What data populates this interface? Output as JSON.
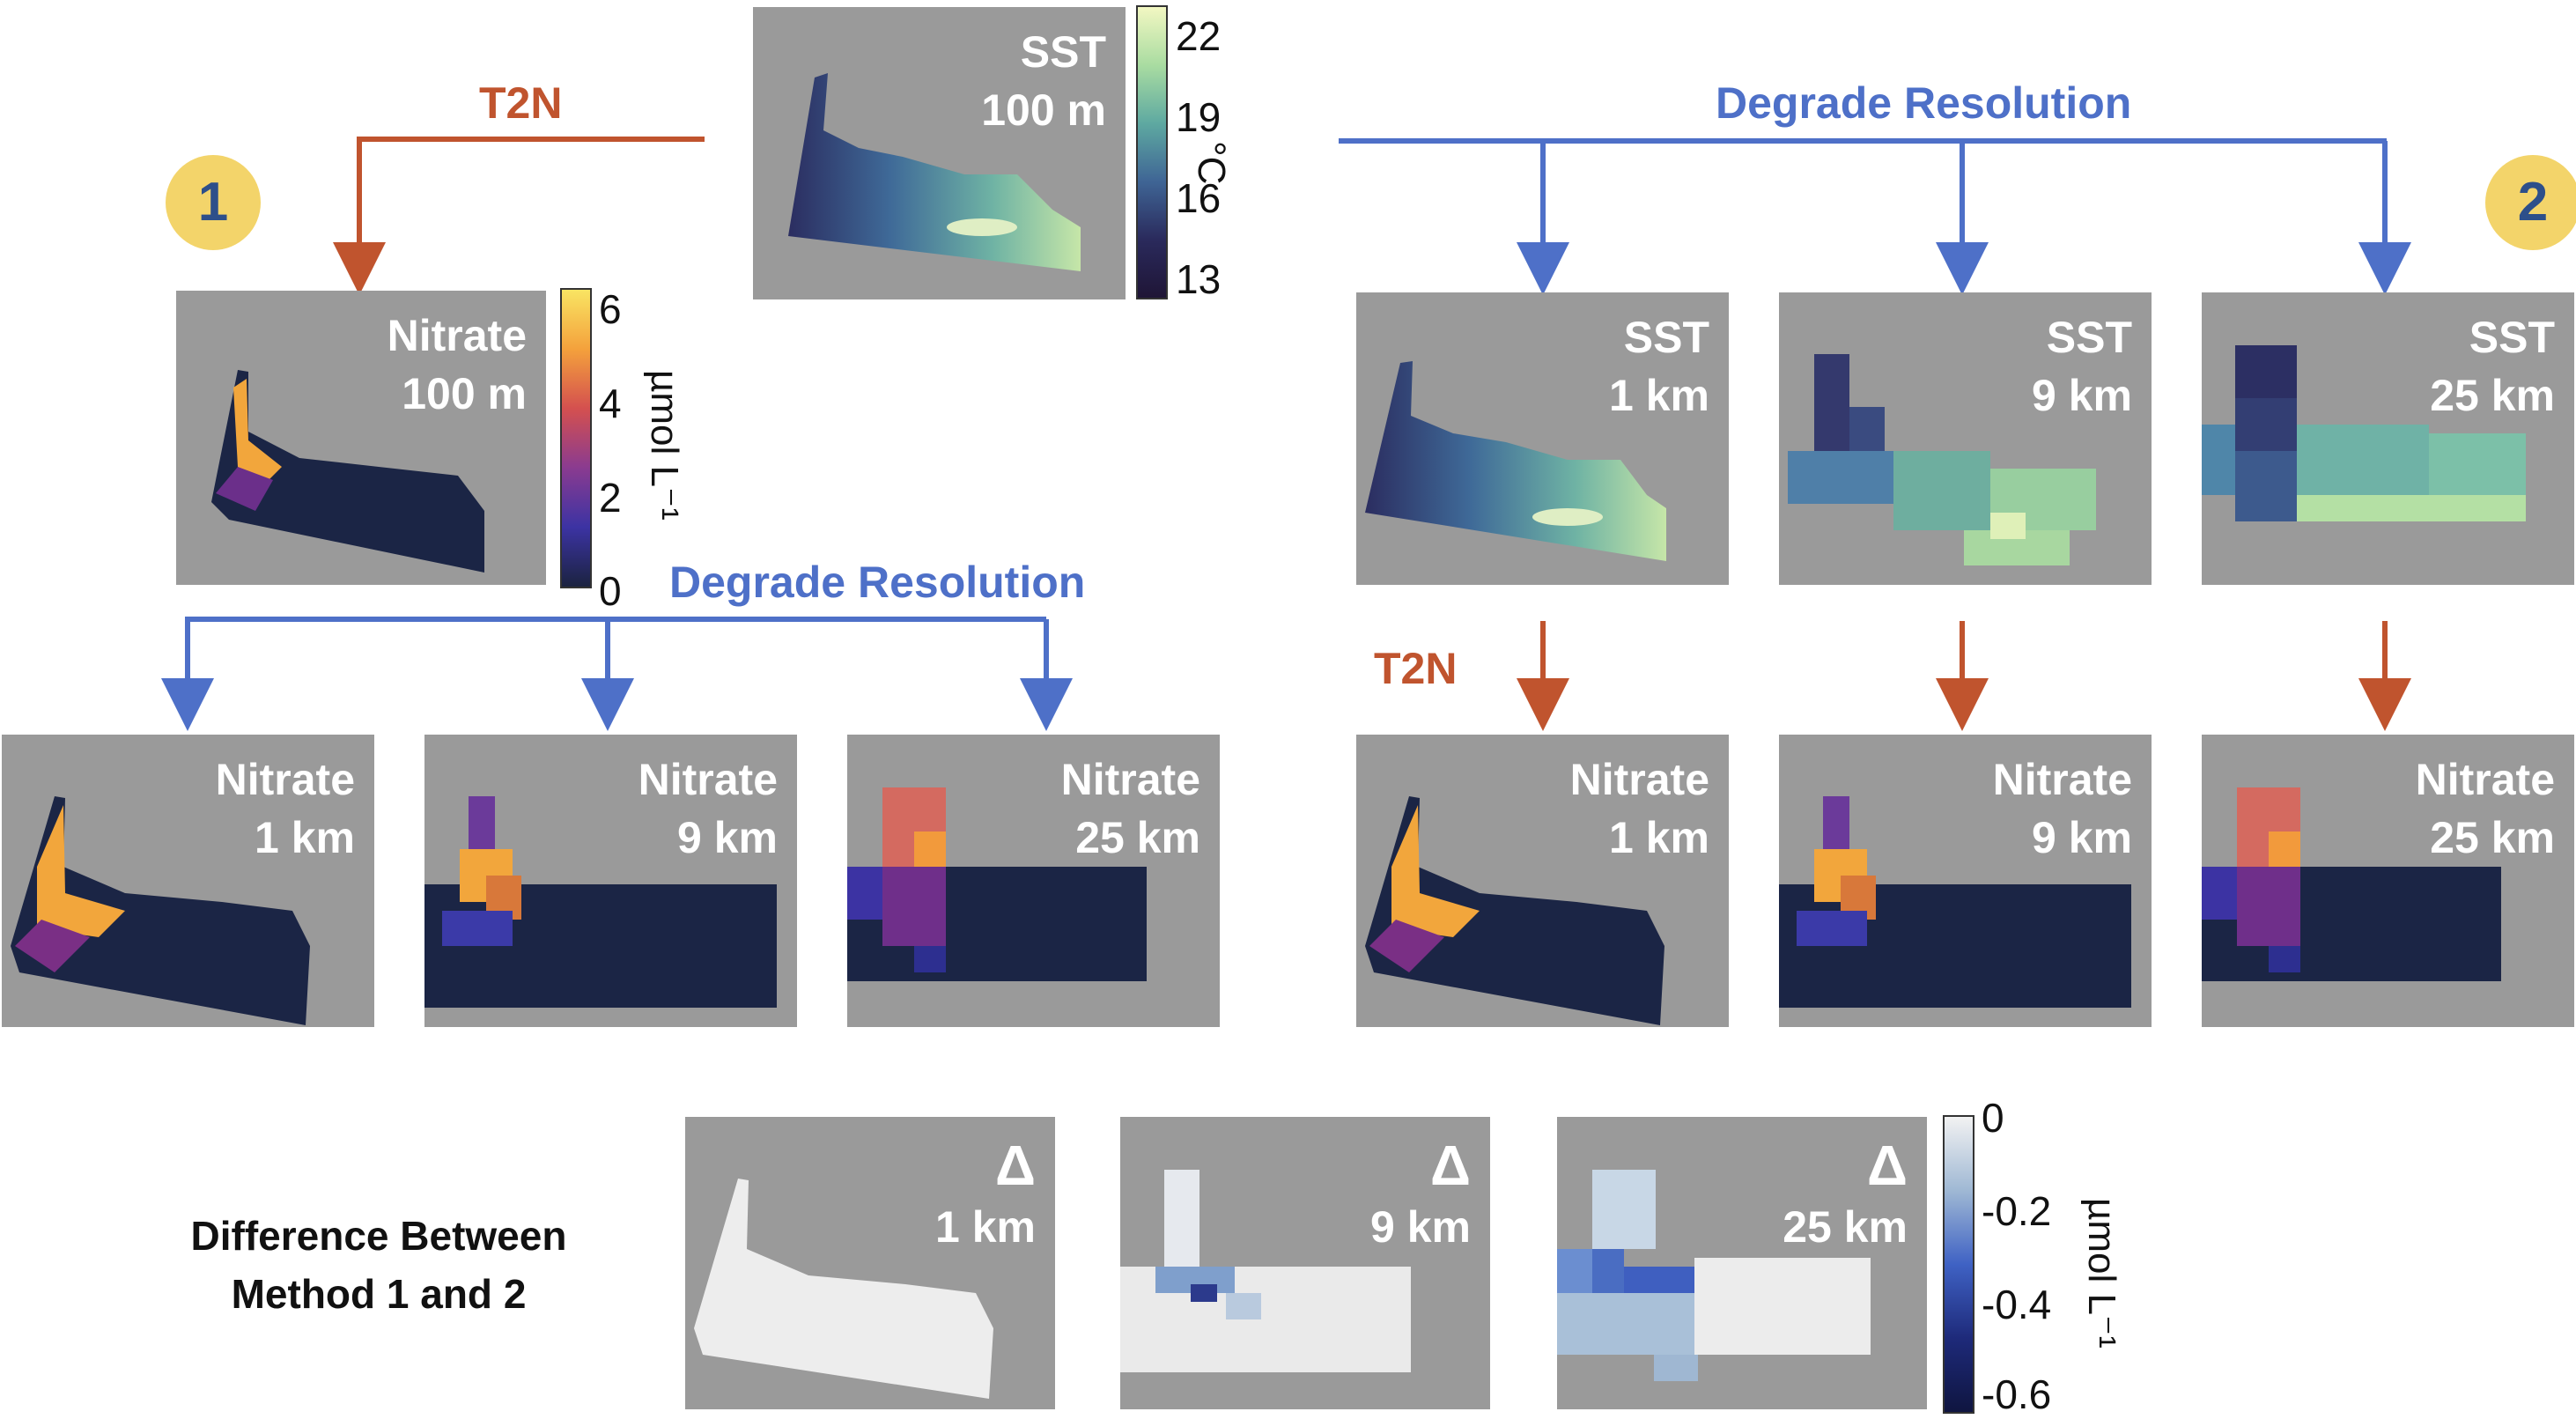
{
  "labels": {
    "t2n_top": "T2N",
    "t2n_right": "T2N",
    "degrade_top": "Degrade Resolution",
    "degrade_mid": "Degrade Resolution",
    "badge1": "1",
    "badge2": "2",
    "diff_line1": "Difference Between",
    "diff_line2": "Method 1 and 2"
  },
  "panels": {
    "sst_100": {
      "title": "SST",
      "sub": "100 m"
    },
    "nitrate_100": {
      "title": "Nitrate",
      "sub": "100 m"
    },
    "sst_1": {
      "title": "SST",
      "sub": "1 km"
    },
    "sst_9": {
      "title": "SST",
      "sub": "9 km"
    },
    "sst_25": {
      "title": "SST",
      "sub": "25 km"
    },
    "n1_1": {
      "title": "Nitrate",
      "sub": "1 km"
    },
    "n1_9": {
      "title": "Nitrate",
      "sub": "9 km"
    },
    "n1_25": {
      "title": "Nitrate",
      "sub": "25 km"
    },
    "n2_1": {
      "title": "Nitrate",
      "sub": "1 km"
    },
    "n2_9": {
      "title": "Nitrate",
      "sub": "9 km"
    },
    "n2_25": {
      "title": "Nitrate",
      "sub": "25 km"
    },
    "d_1": {
      "title": "Δ",
      "sub": "1 km"
    },
    "d_9": {
      "title": "Δ",
      "sub": "9 km"
    },
    "d_25": {
      "title": "Δ",
      "sub": "25 km"
    }
  },
  "colorbars": {
    "sst": {
      "ticks": [
        "22",
        "19",
        "16",
        "13"
      ],
      "unit": "°C"
    },
    "nitrate": {
      "ticks": [
        "6",
        "4",
        "2",
        "0"
      ],
      "unit": "µmol L⁻¹"
    },
    "delta": {
      "ticks": [
        "0",
        "-0.2",
        "-0.4",
        "-0.6"
      ],
      "unit": "µmol L⁻¹"
    }
  },
  "colors": {
    "t2n": "#c0542e",
    "degrade": "#4e70c8",
    "badge": "#f3d46a",
    "panel_bg": "#9a9a9a"
  }
}
